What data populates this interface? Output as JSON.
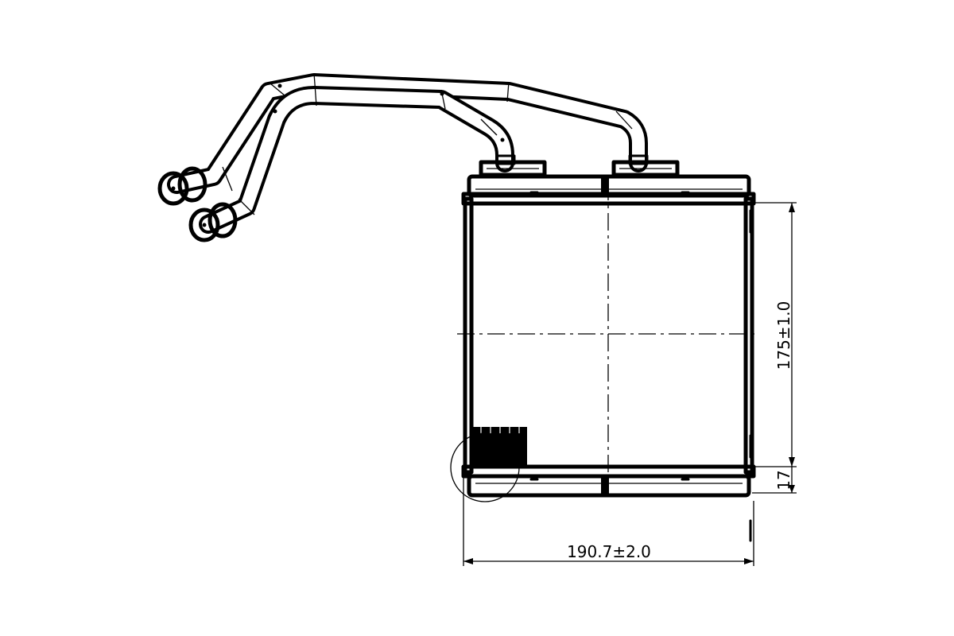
{
  "drawing": {
    "dimensions": {
      "width": "190.7±2.0",
      "height": "175±1.0",
      "tank": "17"
    },
    "colors": {
      "line": "#000000",
      "background": "#ffffff"
    }
  }
}
